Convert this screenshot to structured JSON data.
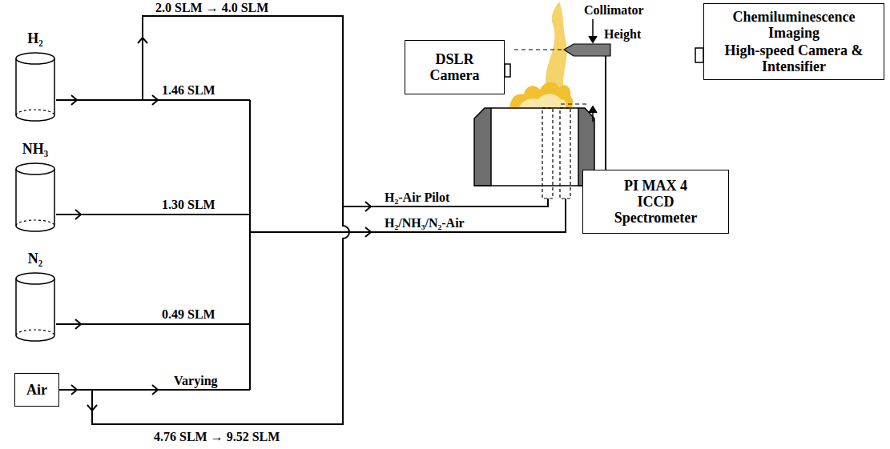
{
  "diagram": {
    "nodes": [
      {
        "text": [
          "H₂"
        ]
      },
      {
        "text": [
          "NH₃"
        ]
      },
      {
        "text": [
          "N₂"
        ]
      },
      {
        "text": [
          "Air"
        ]
      },
      {
        "text": [
          "DSLR Camera"
        ]
      },
      {
        "text": [
          "Chemiluminescence Imaging",
          "High-speed Camera & Intensifier"
        ]
      },
      {
        "text": [
          "PI MAX 4 ICCD Spectrometer"
        ]
      }
    ],
    "labels": [
      "2.0 SLM → 4.0 SLM",
      "1.46 SLM",
      "1.30 SLM",
      "0.49 SLM",
      "Varying",
      "4.76 SLM → 9.52 SLM",
      "H₂-Air Pilot",
      "H₂/NH₃/N₂-Air",
      "Collimator",
      "Height"
    ]
  }
}
